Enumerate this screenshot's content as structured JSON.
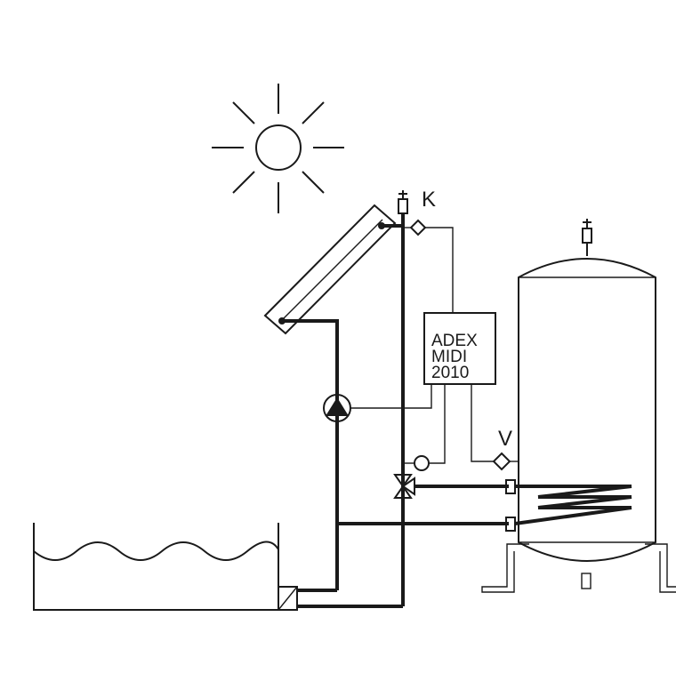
{
  "labels": {
    "collector_sensor": "K",
    "tank_sensor": "V"
  },
  "controller": {
    "line1": "ADEX",
    "line2": "MIDI",
    "line3": "2010"
  },
  "colors": {
    "stroke": "#1a1a1a",
    "background": "#ffffff"
  }
}
